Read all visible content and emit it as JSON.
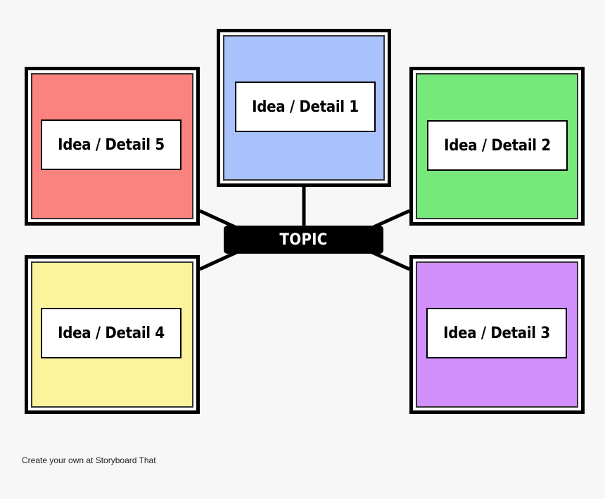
{
  "topic": {
    "label": "TOPIC"
  },
  "ideas": {
    "idea1": {
      "label": "Idea / Detail 1",
      "color": "#a9c2fb"
    },
    "idea2": {
      "label": "Idea / Detail 2",
      "color": "#77e87a"
    },
    "idea3": {
      "label": "Idea / Detail 3",
      "color": "#d18ffb"
    },
    "idea4": {
      "label": "Idea / Detail 4",
      "color": "#fbf49d"
    },
    "idea5": {
      "label": "Idea / Detail 5",
      "color": "#fb837f"
    }
  },
  "footer": {
    "credit": "Create your own at Storyboard That"
  }
}
